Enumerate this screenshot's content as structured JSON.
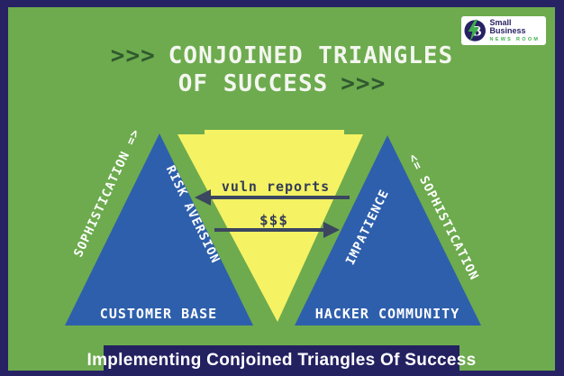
{
  "brand": {
    "monogram": "B",
    "name": "Small Business",
    "subname": "NEWS ROOM"
  },
  "title": {
    "chevrons": ">>>",
    "line1": "CONJOINED TRIANGLES",
    "line2": "OF SUCCESS"
  },
  "diagram": {
    "left_triangle": {
      "outer_edge_label": "SOPHISTICATION =>",
      "inner_edge_label": "RISK AVERSION",
      "base_label": "CUSTOMER BASE"
    },
    "right_triangle": {
      "inner_edge_label": "IMPATIENCE",
      "outer_edge_label": "<= SOPHISTICATION",
      "base_label": "HACKER COMMUNITY"
    },
    "flows": [
      {
        "label": "vuln reports",
        "direction": "left"
      },
      {
        "label": "$$$",
        "direction": "right"
      }
    ]
  },
  "caption": "Implementing Conjoined Triangles Of Success",
  "colors": {
    "background_green": "#6dab4e",
    "triangle_blue": "#2e5fac",
    "funnel_yellow": "#f5f263",
    "frame_navy": "#272264",
    "arrow_ink": "#3b4660",
    "chevron_dark_green": "#30592f",
    "logo_green": "#3faf4c"
  }
}
